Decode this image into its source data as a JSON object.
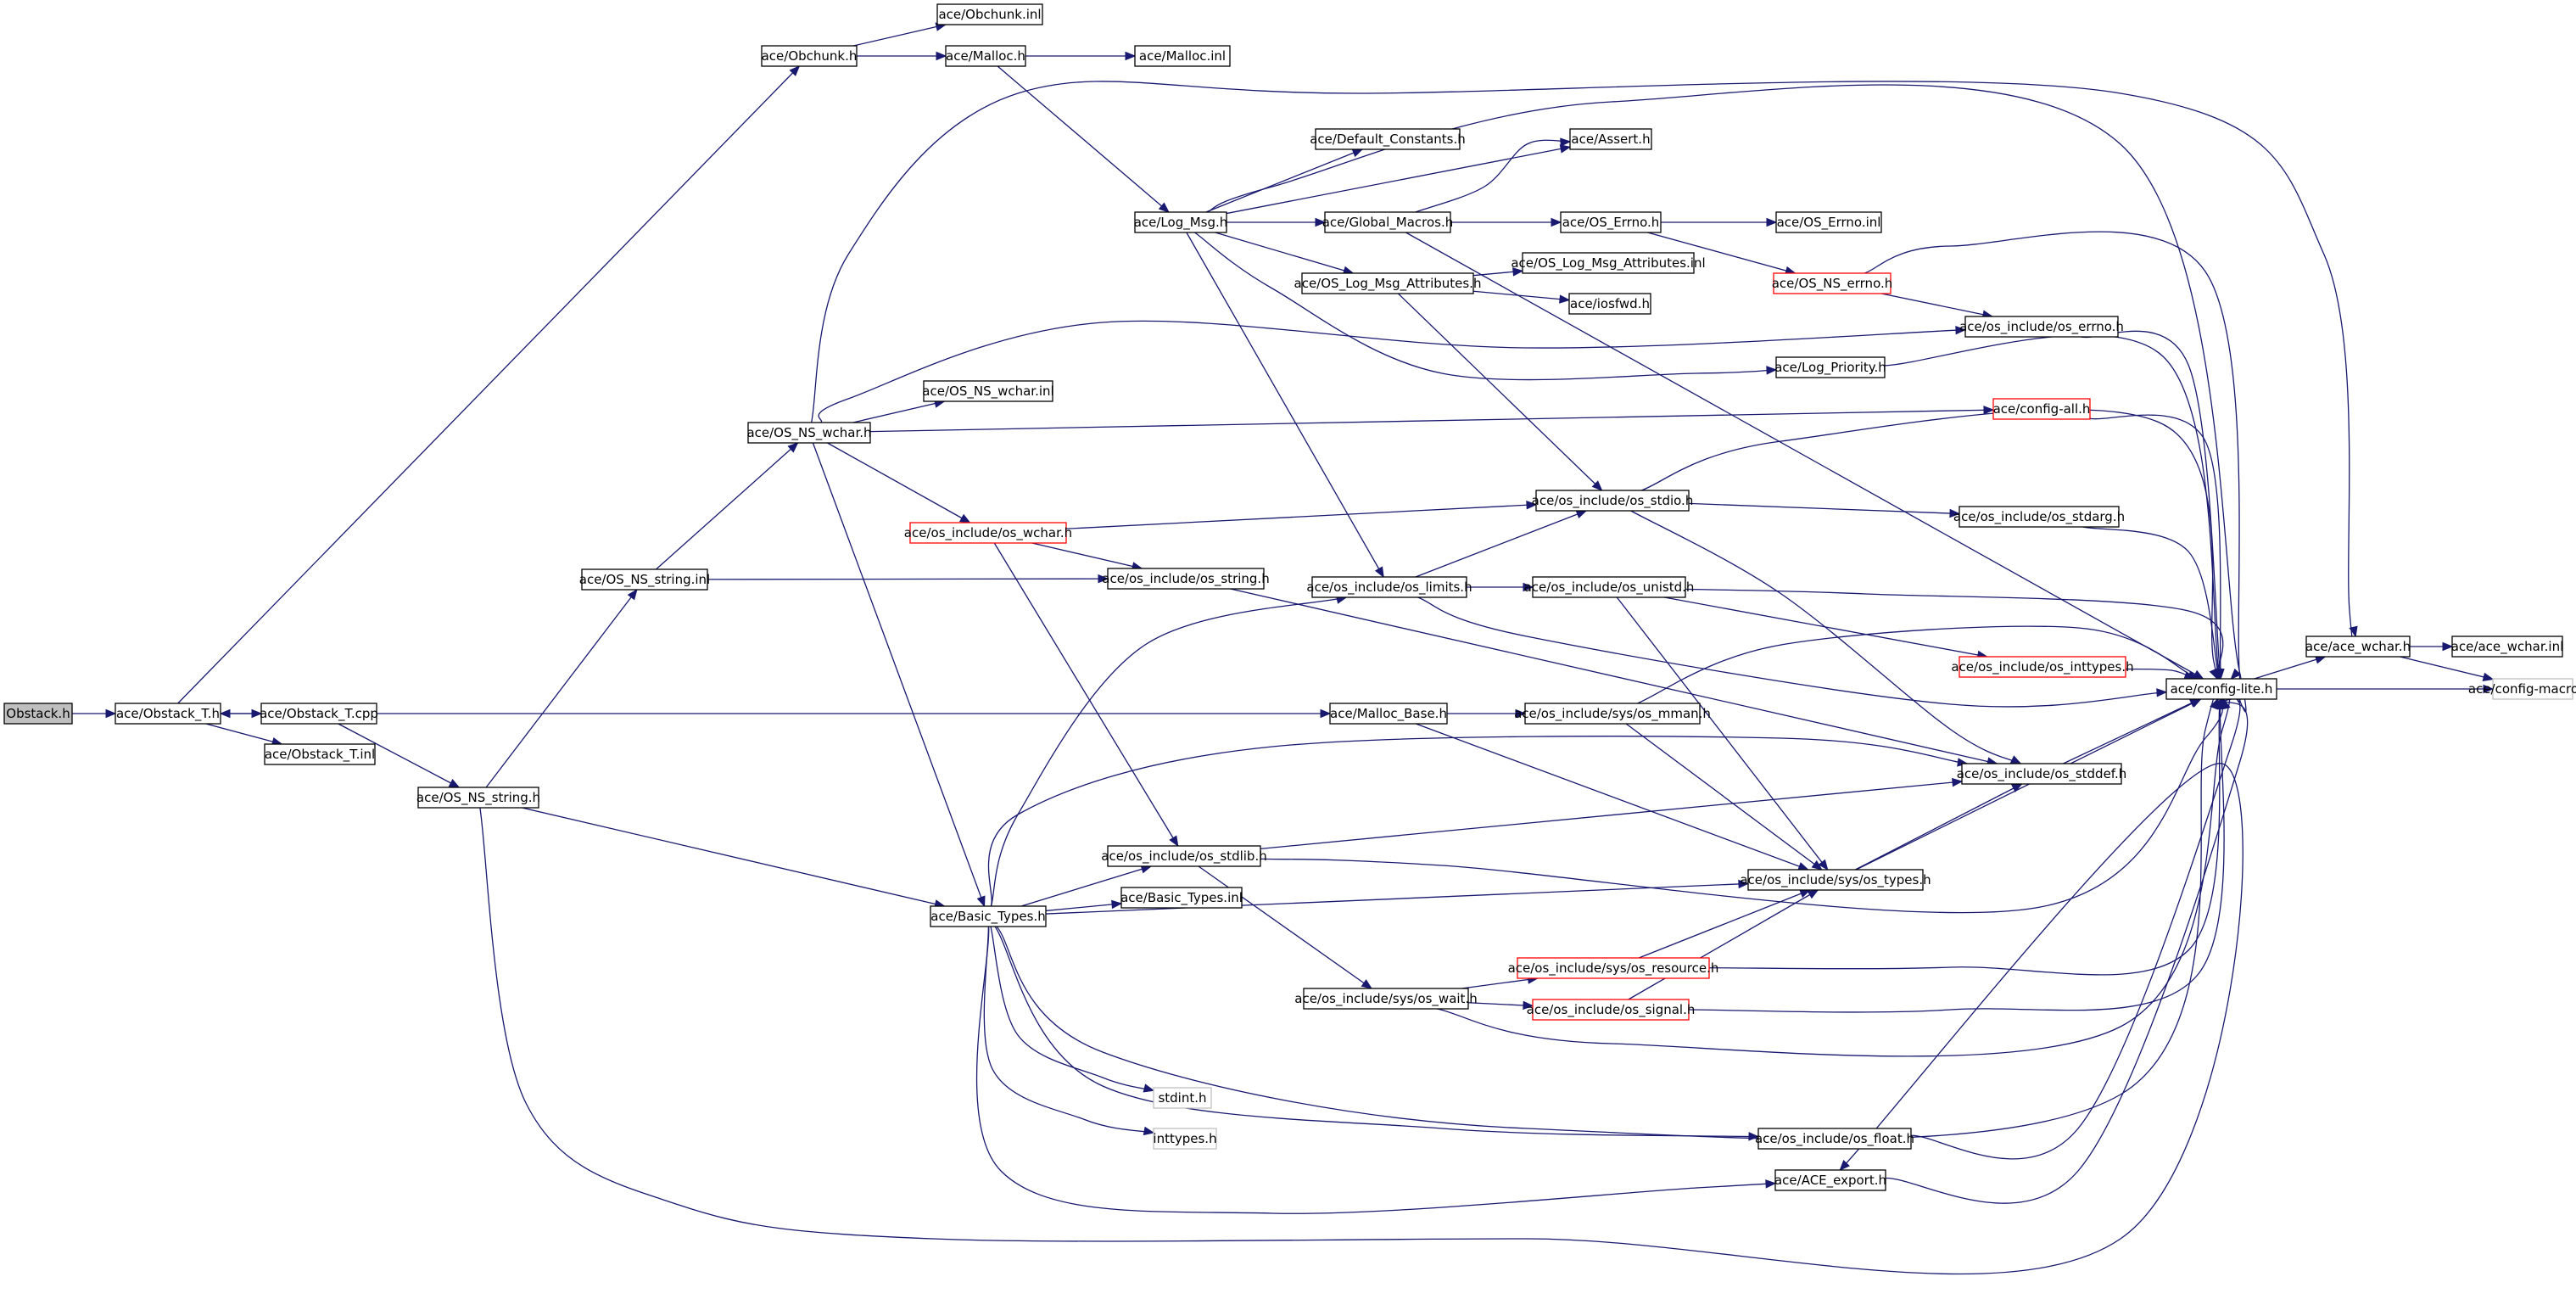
{
  "colors": {
    "edge": "#191970",
    "border_normal": "#000000",
    "border_truncated": "#ff0000",
    "border_external": "#bfbfbf",
    "fill_normal": "#ffffff",
    "fill_root": "#bfbfbf",
    "text": "#000000"
  },
  "nodes": [
    {
      "id": "obstack_h",
      "label": "Obstack.h",
      "style": "root"
    },
    {
      "id": "obstack_t_h",
      "label": "ace/Obstack_T.h",
      "style": "normal"
    },
    {
      "id": "obchunk_h",
      "label": "ace/Obchunk.h",
      "style": "normal"
    },
    {
      "id": "obchunk_inl",
      "label": "ace/Obchunk.inl",
      "style": "normal"
    },
    {
      "id": "malloc_h",
      "label": "ace/Malloc.h",
      "style": "normal"
    },
    {
      "id": "malloc_inl",
      "label": "ace/Malloc.inl",
      "style": "normal"
    },
    {
      "id": "obstack_t_cpp",
      "label": "ace/Obstack_T.cpp",
      "style": "normal"
    },
    {
      "id": "obstack_t_inl",
      "label": "ace/Obstack_T.inl",
      "style": "normal"
    },
    {
      "id": "os_ns_string_inl",
      "label": "ace/OS_NS_string.inl",
      "style": "normal"
    },
    {
      "id": "os_ns_string_h",
      "label": "ace/OS_NS_string.h",
      "style": "normal"
    },
    {
      "id": "os_ns_wchar_h",
      "label": "ace/OS_NS_wchar.h",
      "style": "normal"
    },
    {
      "id": "os_ns_wchar_inl",
      "label": "ace/OS_NS_wchar.inl",
      "style": "normal"
    },
    {
      "id": "os_include_os_wchar_h",
      "label": "ace/os_include/os_wchar.h",
      "style": "truncated"
    },
    {
      "id": "os_include_os_string_h",
      "label": "ace/os_include/os_string.h",
      "style": "normal"
    },
    {
      "id": "os_include_os_stdlib_h",
      "label": "ace/os_include/os_stdlib.h",
      "style": "normal"
    },
    {
      "id": "basic_types_h",
      "label": "ace/Basic_Types.h",
      "style": "normal"
    },
    {
      "id": "basic_types_inl",
      "label": "ace/Basic_Types.inl",
      "style": "normal"
    },
    {
      "id": "stdint_h",
      "label": "stdint.h",
      "style": "external"
    },
    {
      "id": "inttypes_h",
      "label": "inttypes.h",
      "style": "external"
    },
    {
      "id": "log_msg_h",
      "label": "ace/Log_Msg.h",
      "style": "normal"
    },
    {
      "id": "default_constants_h",
      "label": "ace/Default_Constants.h",
      "style": "normal"
    },
    {
      "id": "global_macros_h",
      "label": "ace/Global_Macros.h",
      "style": "normal"
    },
    {
      "id": "os_log_msg_attributes_h",
      "label": "ace/OS_Log_Msg_Attributes.h",
      "style": "normal"
    },
    {
      "id": "os_log_msg_attributes_inl",
      "label": "ace/OS_Log_Msg_Attributes.inl",
      "style": "normal"
    },
    {
      "id": "iosfwd_h",
      "label": "ace/iosfwd.h",
      "style": "normal"
    },
    {
      "id": "assert_h",
      "label": "ace/Assert.h",
      "style": "normal"
    },
    {
      "id": "os_errno_h",
      "label": "ace/OS_Errno.h",
      "style": "normal"
    },
    {
      "id": "os_errno_inl",
      "label": "ace/OS_Errno.inl",
      "style": "normal"
    },
    {
      "id": "os_ns_errno_h",
      "label": "ace/OS_NS_errno.h",
      "style": "truncated"
    },
    {
      "id": "os_include_os_errno_h",
      "label": "ace/os_include/os_errno.h",
      "style": "normal"
    },
    {
      "id": "log_priority_h",
      "label": "ace/Log_Priority.h",
      "style": "normal"
    },
    {
      "id": "config_all_h",
      "label": "ace/config-all.h",
      "style": "truncated"
    },
    {
      "id": "os_include_os_stdio_h",
      "label": "ace/os_include/os_stdio.h",
      "style": "normal"
    },
    {
      "id": "os_include_os_stdarg_h",
      "label": "ace/os_include/os_stdarg.h",
      "style": "normal"
    },
    {
      "id": "os_include_os_limits_h",
      "label": "ace/os_include/os_limits.h",
      "style": "normal"
    },
    {
      "id": "os_include_os_unistd_h",
      "label": "ace/os_include/os_unistd.h",
      "style": "normal"
    },
    {
      "id": "os_include_os_inttypes_h",
      "label": "ace/os_include/os_inttypes.h",
      "style": "truncated"
    },
    {
      "id": "malloc_base_h",
      "label": "ace/Malloc_Base.h",
      "style": "normal"
    },
    {
      "id": "os_include_sys_os_mman_h",
      "label": "ace/os_include/sys/os_mman.h",
      "style": "normal"
    },
    {
      "id": "os_include_os_stddef_h",
      "label": "ace/os_include/os_stddef.h",
      "style": "normal"
    },
    {
      "id": "os_include_sys_os_types_h",
      "label": "ace/os_include/sys/os_types.h",
      "style": "normal"
    },
    {
      "id": "os_include_sys_os_wait_h",
      "label": "ace/os_include/sys/os_wait.h",
      "style": "normal"
    },
    {
      "id": "os_include_sys_os_resource_h",
      "label": "ace/os_include/sys/os_resource.h",
      "style": "truncated"
    },
    {
      "id": "os_include_os_signal_h",
      "label": "ace/os_include/os_signal.h",
      "style": "truncated"
    },
    {
      "id": "os_include_os_float_h",
      "label": "ace/os_include/os_float.h",
      "style": "normal"
    },
    {
      "id": "ace_export_h",
      "label": "ace/ACE_export.h",
      "style": "normal"
    },
    {
      "id": "config_lite_h",
      "label": "ace/config-lite.h",
      "style": "normal"
    },
    {
      "id": "ace_wchar_h",
      "label": "ace/ace_wchar.h",
      "style": "normal"
    },
    {
      "id": "ace_wchar_inl",
      "label": "ace/ace_wchar.inl",
      "style": "normal"
    },
    {
      "id": "config_macros_h",
      "label": "ace/config-macros.h",
      "style": "external"
    }
  ],
  "edges": [
    [
      "obstack_h",
      "obstack_t_h"
    ],
    [
      "obstack_t_h",
      "obchunk_h"
    ],
    [
      "obstack_t_h",
      "obstack_t_cpp"
    ],
    [
      "obstack_t_h",
      "obstack_t_inl"
    ],
    [
      "obstack_t_cpp",
      "obstack_t_h"
    ],
    [
      "obchunk_h",
      "obchunk_inl"
    ],
    [
      "obchunk_h",
      "malloc_h"
    ],
    [
      "malloc_h",
      "malloc_inl"
    ],
    [
      "malloc_h",
      "log_msg_h"
    ],
    [
      "obstack_t_cpp",
      "malloc_base_h"
    ],
    [
      "obstack_t_cpp",
      "os_ns_string_h"
    ],
    [
      "os_ns_string_h",
      "os_ns_string_inl"
    ],
    [
      "os_ns_string_h",
      "basic_types_h"
    ],
    [
      "os_ns_string_h",
      "ace_export_h"
    ],
    [
      "os_ns_string_inl",
      "os_ns_wchar_h"
    ],
    [
      "os_ns_string_inl",
      "os_include_os_string_h"
    ],
    [
      "os_ns_wchar_h",
      "ace_wchar_h"
    ],
    [
      "os_ns_wchar_h",
      "os_ns_wchar_inl"
    ],
    [
      "os_ns_wchar_h",
      "os_include_os_errno_h"
    ],
    [
      "os_ns_wchar_h",
      "config_all_h"
    ],
    [
      "os_ns_wchar_h",
      "os_include_os_wchar_h"
    ],
    [
      "os_ns_wchar_h",
      "basic_types_h"
    ],
    [
      "os_include_os_wchar_h",
      "os_include_os_stdio_h"
    ],
    [
      "os_include_os_wchar_h",
      "os_include_os_string_h"
    ],
    [
      "os_include_os_wchar_h",
      "os_include_os_stdlib_h"
    ],
    [
      "os_include_os_string_h",
      "os_include_os_stddef_h"
    ],
    [
      "os_include_os_stdlib_h",
      "os_include_os_stddef_h"
    ],
    [
      "os_include_os_stdlib_h",
      "os_include_sys_os_wait_h"
    ],
    [
      "os_include_os_stdlib_h",
      "config_lite_h"
    ],
    [
      "basic_types_h",
      "os_include_os_limits_h"
    ],
    [
      "basic_types_h",
      "os_include_os_stddef_h"
    ],
    [
      "basic_types_h",
      "os_include_os_stdlib_h"
    ],
    [
      "basic_types_h",
      "basic_types_inl"
    ],
    [
      "basic_types_h",
      "os_include_sys_os_types_h"
    ],
    [
      "basic_types_h",
      "stdint_h"
    ],
    [
      "basic_types_h",
      "inttypes_h"
    ],
    [
      "basic_types_h",
      "os_include_os_float_h"
    ],
    [
      "basic_types_h",
      "ace_export_h"
    ],
    [
      "basic_types_h",
      "config_lite_h"
    ],
    [
      "log_msg_h",
      "default_constants_h"
    ],
    [
      "log_msg_h",
      "global_macros_h"
    ],
    [
      "log_msg_h",
      "assert_h"
    ],
    [
      "log_msg_h",
      "os_log_msg_attributes_h"
    ],
    [
      "log_msg_h",
      "log_priority_h"
    ],
    [
      "log_msg_h",
      "os_include_os_limits_h"
    ],
    [
      "log_msg_h",
      "config_lite_h"
    ],
    [
      "global_macros_h",
      "os_errno_h"
    ],
    [
      "global_macros_h",
      "assert_h"
    ],
    [
      "global_macros_h",
      "config_lite_h"
    ],
    [
      "os_errno_h",
      "os_errno_inl"
    ],
    [
      "os_errno_h",
      "os_ns_errno_h"
    ],
    [
      "os_ns_errno_h",
      "os_include_os_errno_h"
    ],
    [
      "os_ns_errno_h",
      "config_lite_h"
    ],
    [
      "os_log_msg_attributes_h",
      "os_log_msg_attributes_inl"
    ],
    [
      "os_log_msg_attributes_h",
      "iosfwd_h"
    ],
    [
      "os_log_msg_attributes_h",
      "os_include_os_stdio_h"
    ],
    [
      "os_include_os_errno_h",
      "config_lite_h"
    ],
    [
      "log_priority_h",
      "config_lite_h"
    ],
    [
      "config_all_h",
      "config_lite_h"
    ],
    [
      "os_include_os_stdio_h",
      "os_include_os_stdarg_h"
    ],
    [
      "os_include_os_stdio_h",
      "os_include_os_stddef_h"
    ],
    [
      "os_include_os_stdio_h",
      "config_lite_h"
    ],
    [
      "os_include_os_stdarg_h",
      "config_lite_h"
    ],
    [
      "os_include_os_limits_h",
      "os_include_os_stdio_h"
    ],
    [
      "os_include_os_limits_h",
      "os_include_os_unistd_h"
    ],
    [
      "os_include_os_limits_h",
      "config_lite_h"
    ],
    [
      "os_include_os_unistd_h",
      "os_include_os_inttypes_h"
    ],
    [
      "os_include_os_unistd_h",
      "os_include_sys_os_types_h"
    ],
    [
      "os_include_os_unistd_h",
      "config_lite_h"
    ],
    [
      "os_include_os_inttypes_h",
      "config_lite_h"
    ],
    [
      "malloc_base_h",
      "os_include_sys_os_mman_h"
    ],
    [
      "malloc_base_h",
      "os_include_sys_os_types_h"
    ],
    [
      "os_include_sys_os_mman_h",
      "os_include_sys_os_types_h"
    ],
    [
      "os_include_sys_os_mman_h",
      "config_lite_h"
    ],
    [
      "os_include_os_stddef_h",
      "config_lite_h"
    ],
    [
      "os_include_sys_os_types_h",
      "os_include_os_stddef_h"
    ],
    [
      "os_include_sys_os_types_h",
      "config_lite_h"
    ],
    [
      "os_include_sys_os_wait_h",
      "os_include_sys_os_resource_h"
    ],
    [
      "os_include_sys_os_wait_h",
      "os_include_os_signal_h"
    ],
    [
      "os_include_sys_os_wait_h",
      "config_lite_h"
    ],
    [
      "os_include_sys_os_resource_h",
      "os_include_sys_os_types_h"
    ],
    [
      "os_include_sys_os_resource_h",
      "config_lite_h"
    ],
    [
      "os_include_os_signal_h",
      "os_include_sys_os_types_h"
    ],
    [
      "os_include_os_signal_h",
      "config_lite_h"
    ],
    [
      "os_include_os_float_h",
      "config_lite_h"
    ],
    [
      "ace_export_h",
      "config_lite_h"
    ],
    [
      "config_lite_h",
      "ace_wchar_h"
    ],
    [
      "config_lite_h",
      "config_macros_h"
    ],
    [
      "ace_wchar_h",
      "ace_wchar_inl"
    ],
    [
      "ace_wchar_h",
      "config_macros_h"
    ]
  ]
}
